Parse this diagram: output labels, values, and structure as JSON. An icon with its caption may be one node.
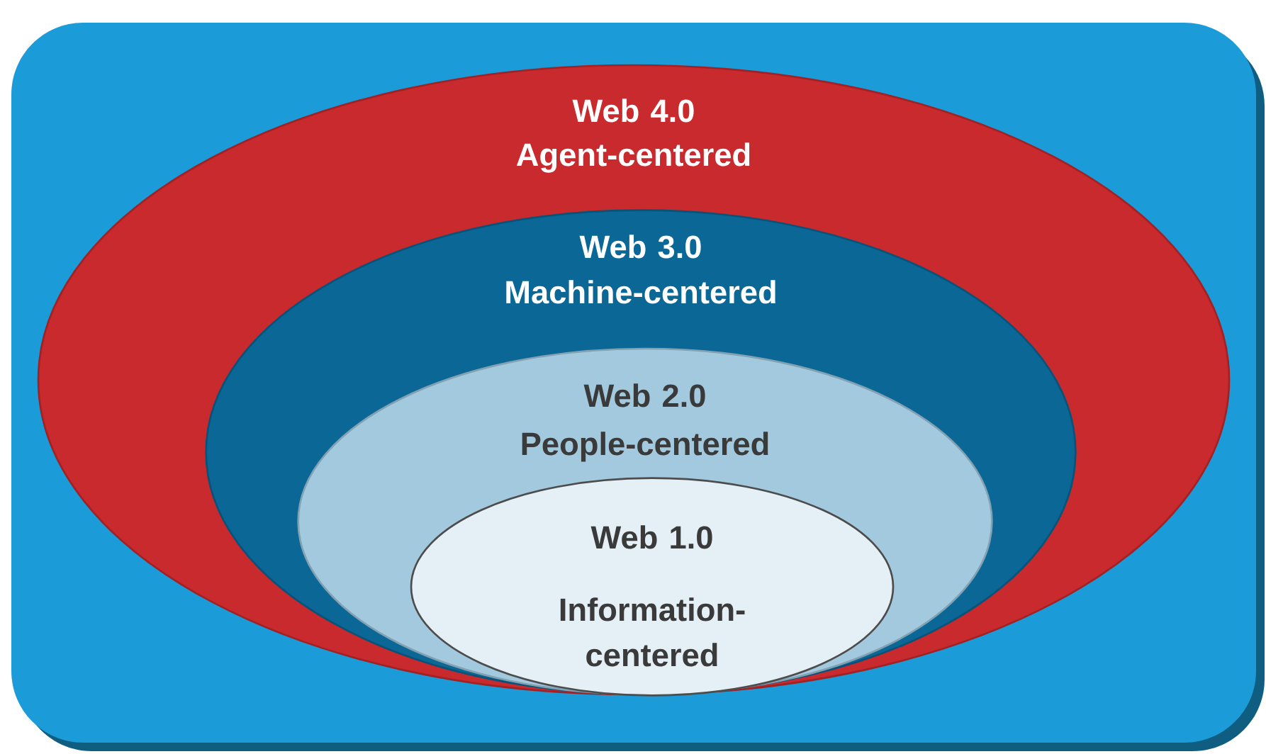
{
  "diagram": {
    "nodes": [
      {
        "text": [
          "Web 4.0",
          "Agent-centered"
        ]
      },
      {
        "text": [
          "Web 3.0",
          "Machine-centered"
        ],
        "in": 0
      },
      {
        "text": [
          "Web 2.0",
          "People-centered"
        ],
        "in": 1
      },
      {
        "text": [
          "Web 1.0",
          "Information-centered"
        ],
        "in": 2
      }
    ]
  }
}
